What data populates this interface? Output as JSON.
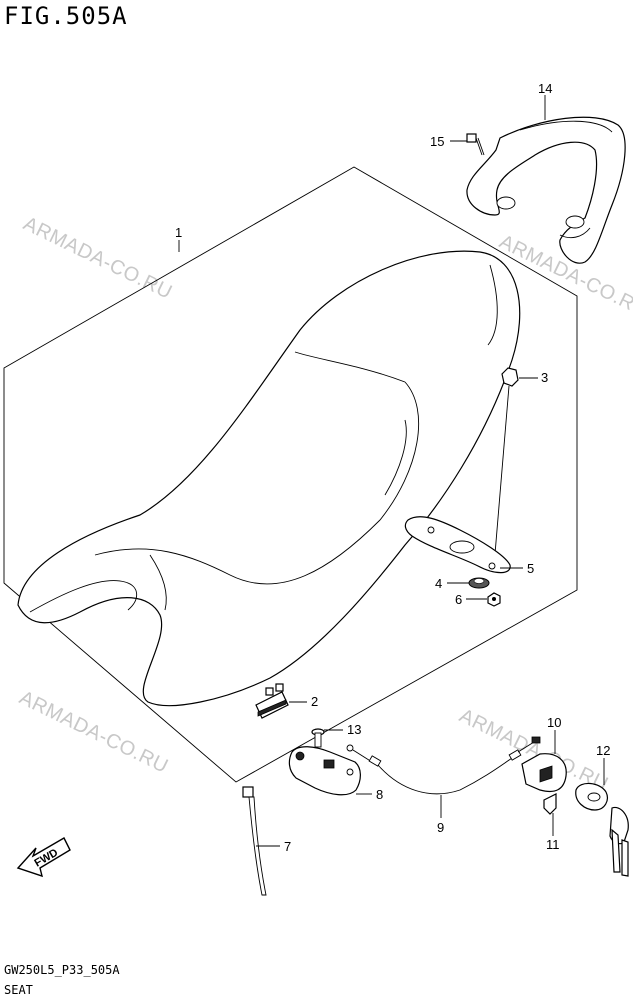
{
  "figure": {
    "title": "FIG.505A"
  },
  "footer": {
    "code": "GW250L5_P33_505A",
    "section": "SEAT"
  },
  "watermark": {
    "text": "ARMADA-CO.RU"
  },
  "fwd_label": "FWD",
  "callouts": {
    "p1": "1",
    "p2": "2",
    "p3": "3",
    "p4": "4",
    "p5": "5",
    "p6": "6",
    "p7": "7",
    "p8": "8",
    "p9": "9",
    "p10": "10",
    "p11": "11",
    "p12": "12",
    "p13": "13",
    "p14": "14",
    "p15": "15"
  }
}
